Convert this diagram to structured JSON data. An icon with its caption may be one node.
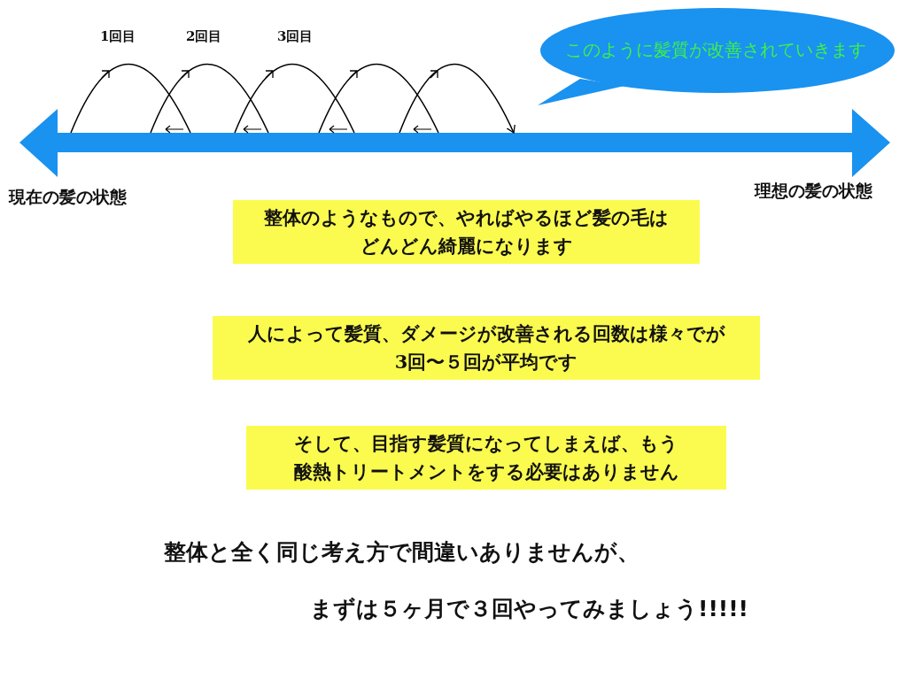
{
  "diagram": {
    "nodes": [
      {
        "text": [
          "このように髪質が改善されていきます"
        ]
      },
      {
        "text": [
          "整体のようなもので、やればやるほど髪の毛はどんどん綺麗になります"
        ]
      },
      {
        "text": [
          "人によって髪質、ダメージが改善される回数は様々でが3回〜５回が平均です"
        ]
      },
      {
        "text": [
          "そして、目指す髪質になってしまえば、もう酸熱トリートメントをする必要はありません"
        ]
      }
    ],
    "labels": [
      "1回目",
      "2回目",
      "3回目",
      "現在の髪の状態",
      "理想の髪の状態",
      "整体と全く同じ考え方で間違いありませんが、",
      "まずは５ヶ月で３回やってみましょう!!!!!"
    ]
  }
}
